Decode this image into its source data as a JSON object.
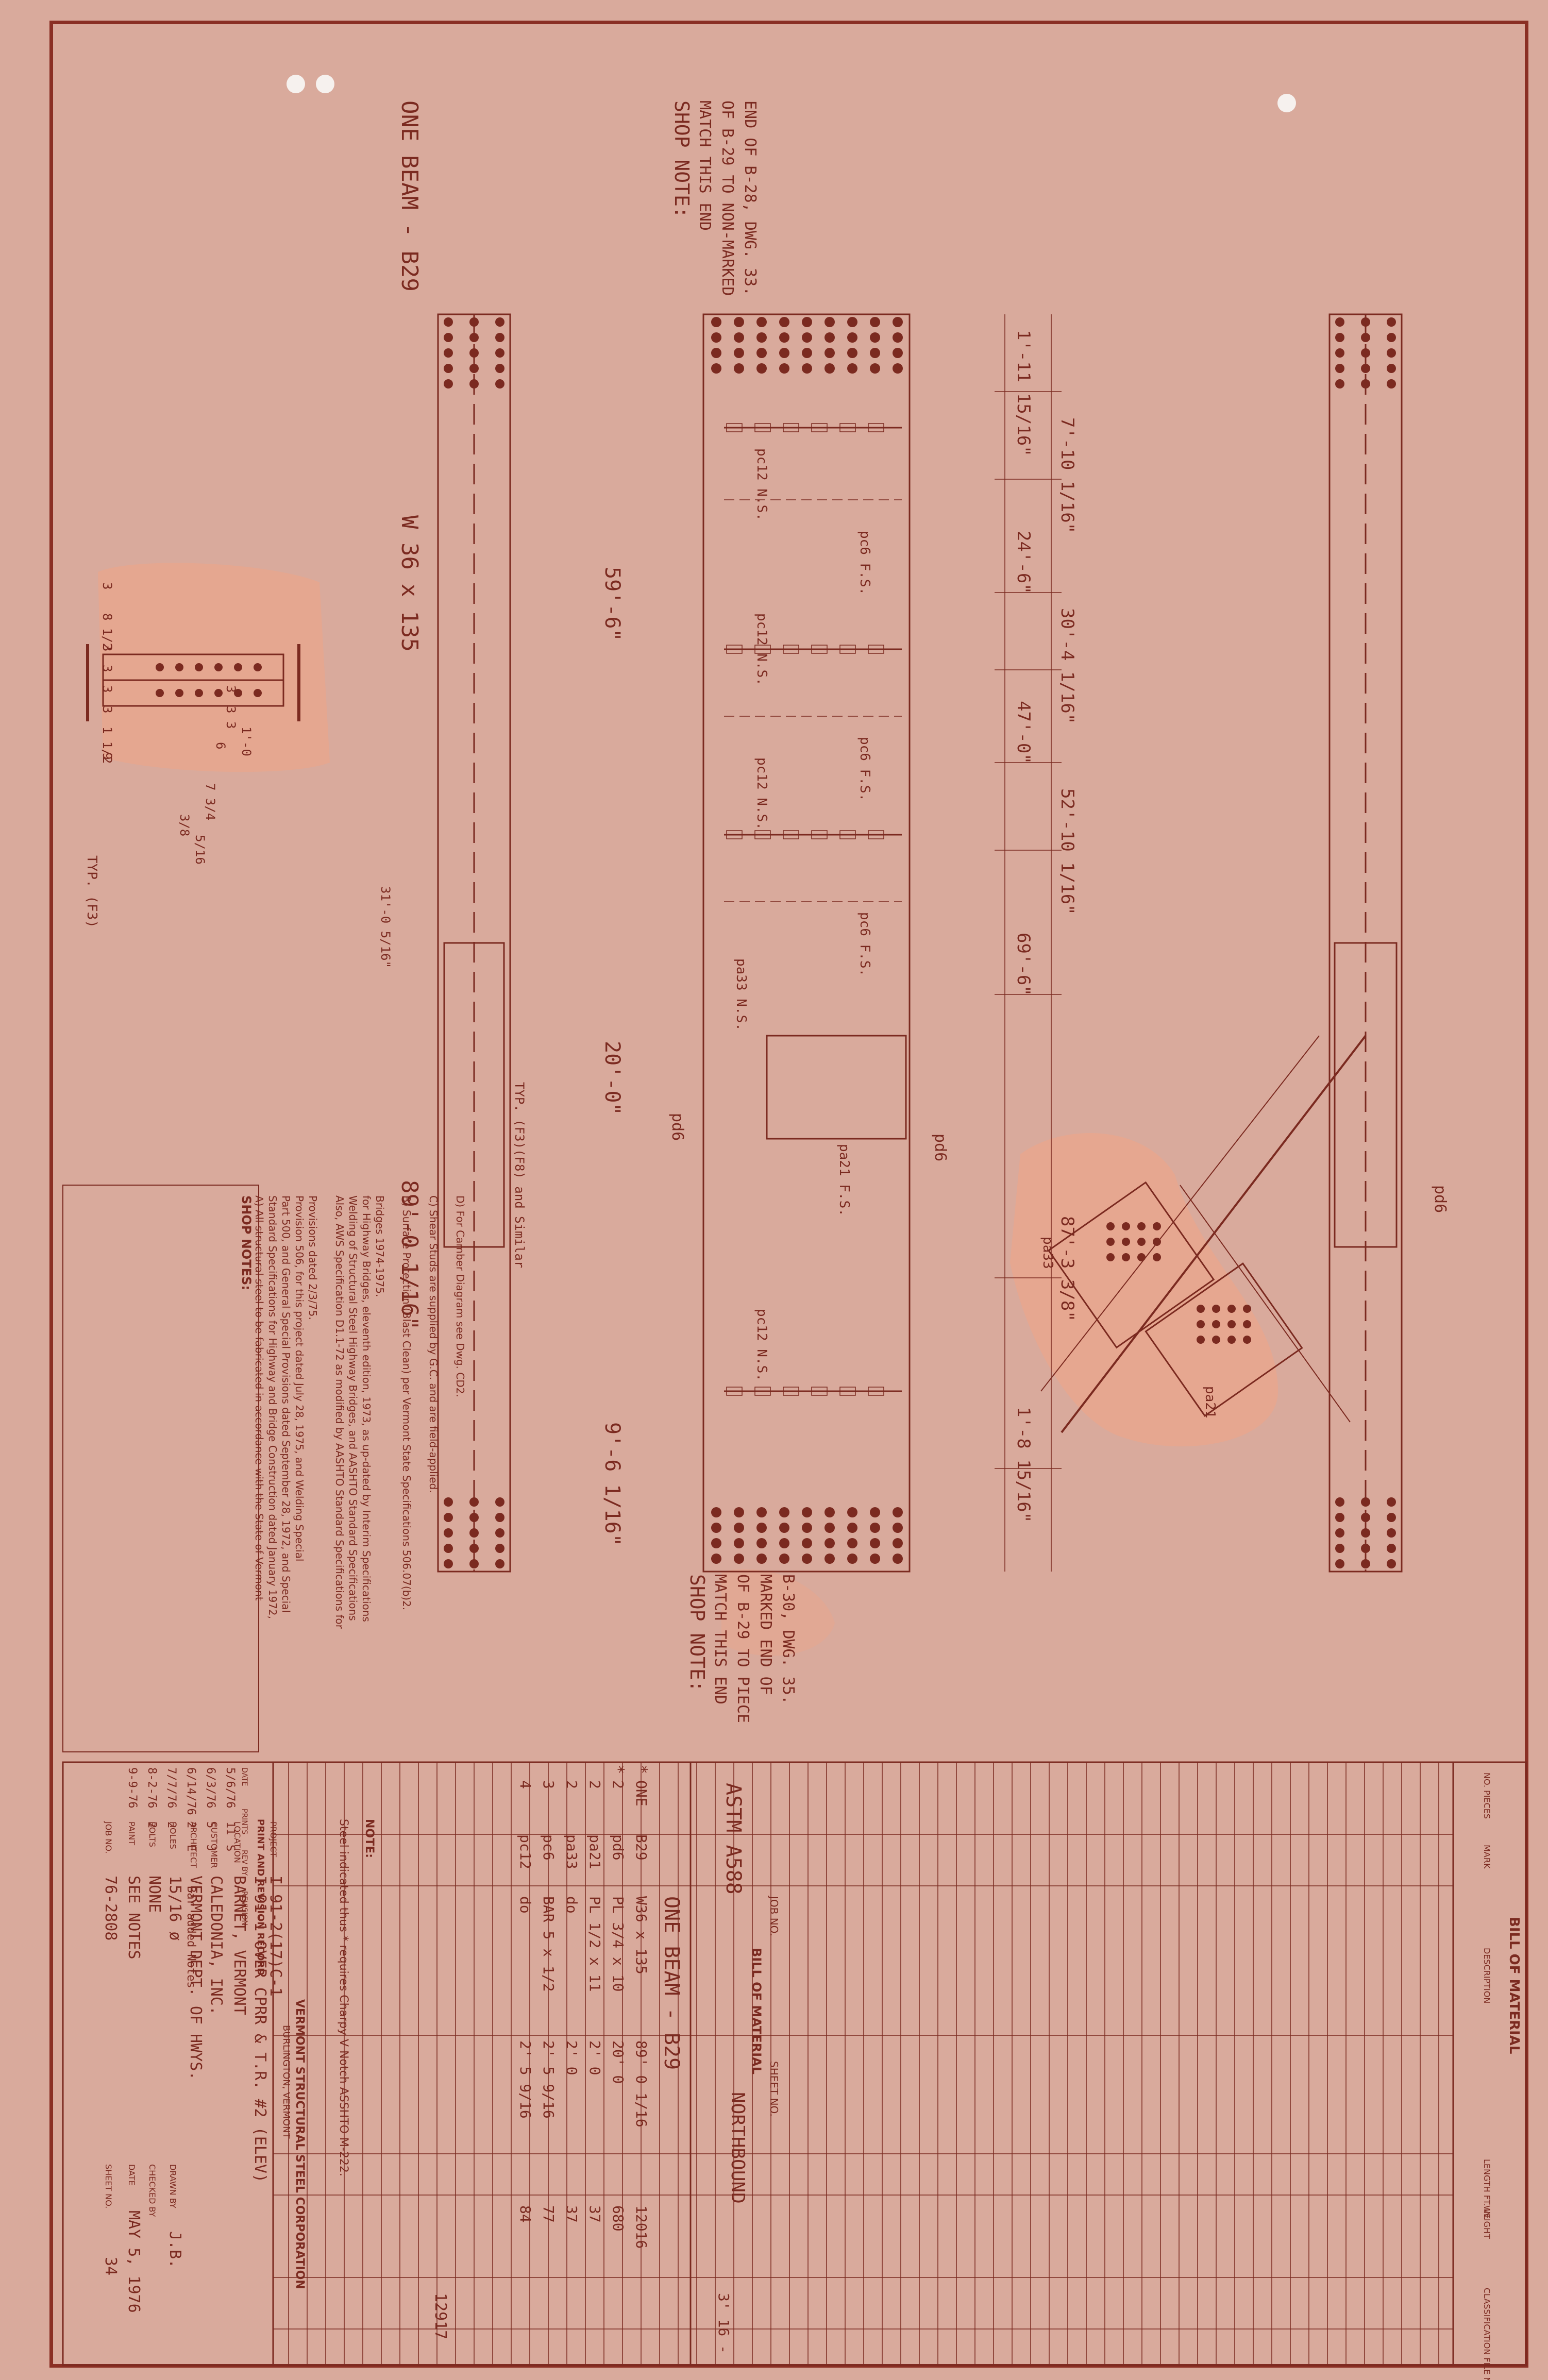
{
  "shop_note_top": {
    "title": "SHOP NOTE:",
    "lines": [
      "MATCH THIS END",
      "OF B-29 TO NON-MARKED",
      "END OF B-28, DWG. 33."
    ]
  },
  "shop_note_bottom": {
    "title": "SHOP NOTE:",
    "lines": [
      "MATCH THIS END",
      "OF B-29 TO PIECE",
      "MARKED END OF",
      "B-30, DWG. 35."
    ]
  },
  "beam": {
    "title": "ONE BEAM - B29",
    "section": "W 36 x 135",
    "length": "89'-0 1/16\"",
    "sub_length": "59'-6\"",
    "mid_length": "20'-0\"",
    "end_length": "9'-6 1/16\"",
    "offset_label": "31'-0 5/16\""
  },
  "stations": [
    "1'-11 15/16\"",
    "7'-10 1/16\"",
    "24'-6\"",
    "30'-4 1/16\"",
    "47'-0\"",
    "52'-10 1/16\"",
    "69'-6\"",
    "87'-3 3/8\"",
    "1'-8 15/16\""
  ],
  "piece_labels": {
    "pc12_ns": [
      "pc12 N.S.",
      "pc12 N.S.",
      "pc12 N.S.",
      "pc12 N.S."
    ],
    "pc6_fs": [
      "pc6 F.S.",
      "pc6 F.S.",
      "pc6 F.S."
    ],
    "pa33_ns": "pa33 N.S.",
    "pa21_fs": "pa21 F.S.",
    "pd6": "pd6",
    "pa21": "pa21",
    "pa33": "pa33",
    "typ_f3": "TYP. (F3)",
    "typ_f3_e8": "TYP. (F3)(F8) and Similar"
  },
  "shop_notes": {
    "title": "SHOP NOTES:",
    "items": [
      "A) All structural steel to be fabricated in accordance with the State of Vermont Standard Specifications for Highway and Bridge Construction dated January 1972, Part 500, and General Special Provisions dated September 28, 1972, and Special Provision 506, for this project dated July 28, 1975, and Welding Special Provisions dated 2/3/75.",
      "Also, AWS Specification D1.1-72 as modified by AASHTO Standard Specifications for Welding of Structural Steel Highway Bridges, and AASHTO Standard Specifications for Highway Bridges, eleventh edition, 1973, as up-dated by Interim Specifications Bridges 1974-1975.",
      "B) Surface Protection (Blast Clean) per Vermont State Specifications 506.07(b)2.",
      "C) Shear Studs are supplied by G.C. and are field-applied.",
      "D) For Camber Diagram see Dwg. CD2."
    ]
  },
  "bill_of_material": {
    "title": "BILL OF MATERIAL",
    "headers": [
      "NO. PIECES",
      "MARK",
      "DESCRIPTION",
      "LENGTH FT. IN.",
      "WEIGHT",
      "CLASSIFICATION FILE NOTES"
    ],
    "job_no_label": "JOB NO.",
    "sheet_no_label": "SHEET NO.",
    "sheet_title": "BILL OF MATERIAL",
    "spec": "ASTM A588",
    "group": "ONE BEAM - B29",
    "direction": "NORTHBOUND",
    "rows": [
      {
        "star": "*",
        "no": "ONE",
        "mark": "B29",
        "desc": "W36 x 135",
        "length": "89' 0 1/16",
        "weight": "12016"
      },
      {
        "star": "*",
        "no": "2",
        "mark": "pd6",
        "desc": "PL 3/4 x 10",
        "length": "20' 0",
        "weight": "680"
      },
      {
        "star": "",
        "no": "2",
        "mark": "pa21",
        "desc": "PL 1/2 x 11",
        "length": "2' 0",
        "weight": "37"
      },
      {
        "star": "",
        "no": "2",
        "mark": "pa33",
        "desc": "do",
        "length": "2' 0",
        "weight": "37"
      },
      {
        "star": "",
        "no": "3",
        "mark": "pc6",
        "desc": "BAR 5 x 1/2",
        "length": "2' 5 9/16",
        "weight": "77"
      },
      {
        "star": "",
        "no": "4",
        "mark": "pc12",
        "desc": "do",
        "length": "2' 5 9/16",
        "weight": "84"
      }
    ],
    "total": "12917",
    "total_label": "3' 16 -",
    "note_title": "NOTE:",
    "note": "Steel indicated thus * requires Charpy V Notch ASSHTO M-222."
  },
  "title_block": {
    "company": "VERMONT STRUCTURAL STEEL CORPORATION",
    "city": "BURLINGTON, VERMONT",
    "project_label": "PROJECT",
    "project": "I 91-2(17)C-1",
    "project2": "I 91-1 OVER CPRR & T.R. #2 (ELEV)",
    "location_label": "LOCATION",
    "location": "BARNET, VERMONT",
    "customer_label": "CUSTOMER",
    "customer": "CALEDONIA, INC.",
    "architect_label": "ARCHITECT",
    "architect": "VERMONT DEPT. OF HWYS.",
    "holes_label": "HOLES",
    "holes": "15/16 ø",
    "drawn_by_label": "DRAWN BY",
    "drawn_by": "J.B.",
    "bolts_label": "BOLTS",
    "bolts": "NONE",
    "checked_by_label": "CHECKED BY",
    "paint_label": "PAINT",
    "paint": "SEE NOTES",
    "date_label": "DATE",
    "date": "MAY 5, 1976",
    "job_no_label": "JOB NO.",
    "job_no": "76-2808",
    "sheet_no_label": "SHEET NO.",
    "sheet_no": "34"
  },
  "revision_block": {
    "title": "PRINT AND REVISION RECORD",
    "headers": [
      "DATE",
      "PRINTS",
      "REV BY",
      "REVISION"
    ],
    "rows": [
      {
        "date": "5/6/76",
        "prints": "11",
        "by": "S",
        "revision": ""
      },
      {
        "date": "6/3/76",
        "prints": "5",
        "by": "J",
        "revision": ""
      },
      {
        "date": "6/14/76",
        "prints": "2",
        "by": "E",
        "revision": "Bar added Notes"
      },
      {
        "date": "7/7/76",
        "prints": "2",
        "by": "",
        "revision": ""
      },
      {
        "date": "8-2-76",
        "prints": "2",
        "by": "",
        "revision": ""
      },
      {
        "date": "9-9-76",
        "prints": "",
        "by": "",
        "revision": ""
      }
    ]
  },
  "detail_dims": [
    "3",
    "8 1/2",
    "3",
    "3",
    "3",
    "3",
    "1 1/2",
    "9",
    "6",
    "3",
    "3",
    "3",
    "1'-0",
    "3/8",
    "5/16",
    "7 3/4"
  ],
  "colors": {
    "paper": "#d9aa9c",
    "ink": "#7b2a20",
    "border": "#8a2f24",
    "stain": "#eaa58c"
  }
}
